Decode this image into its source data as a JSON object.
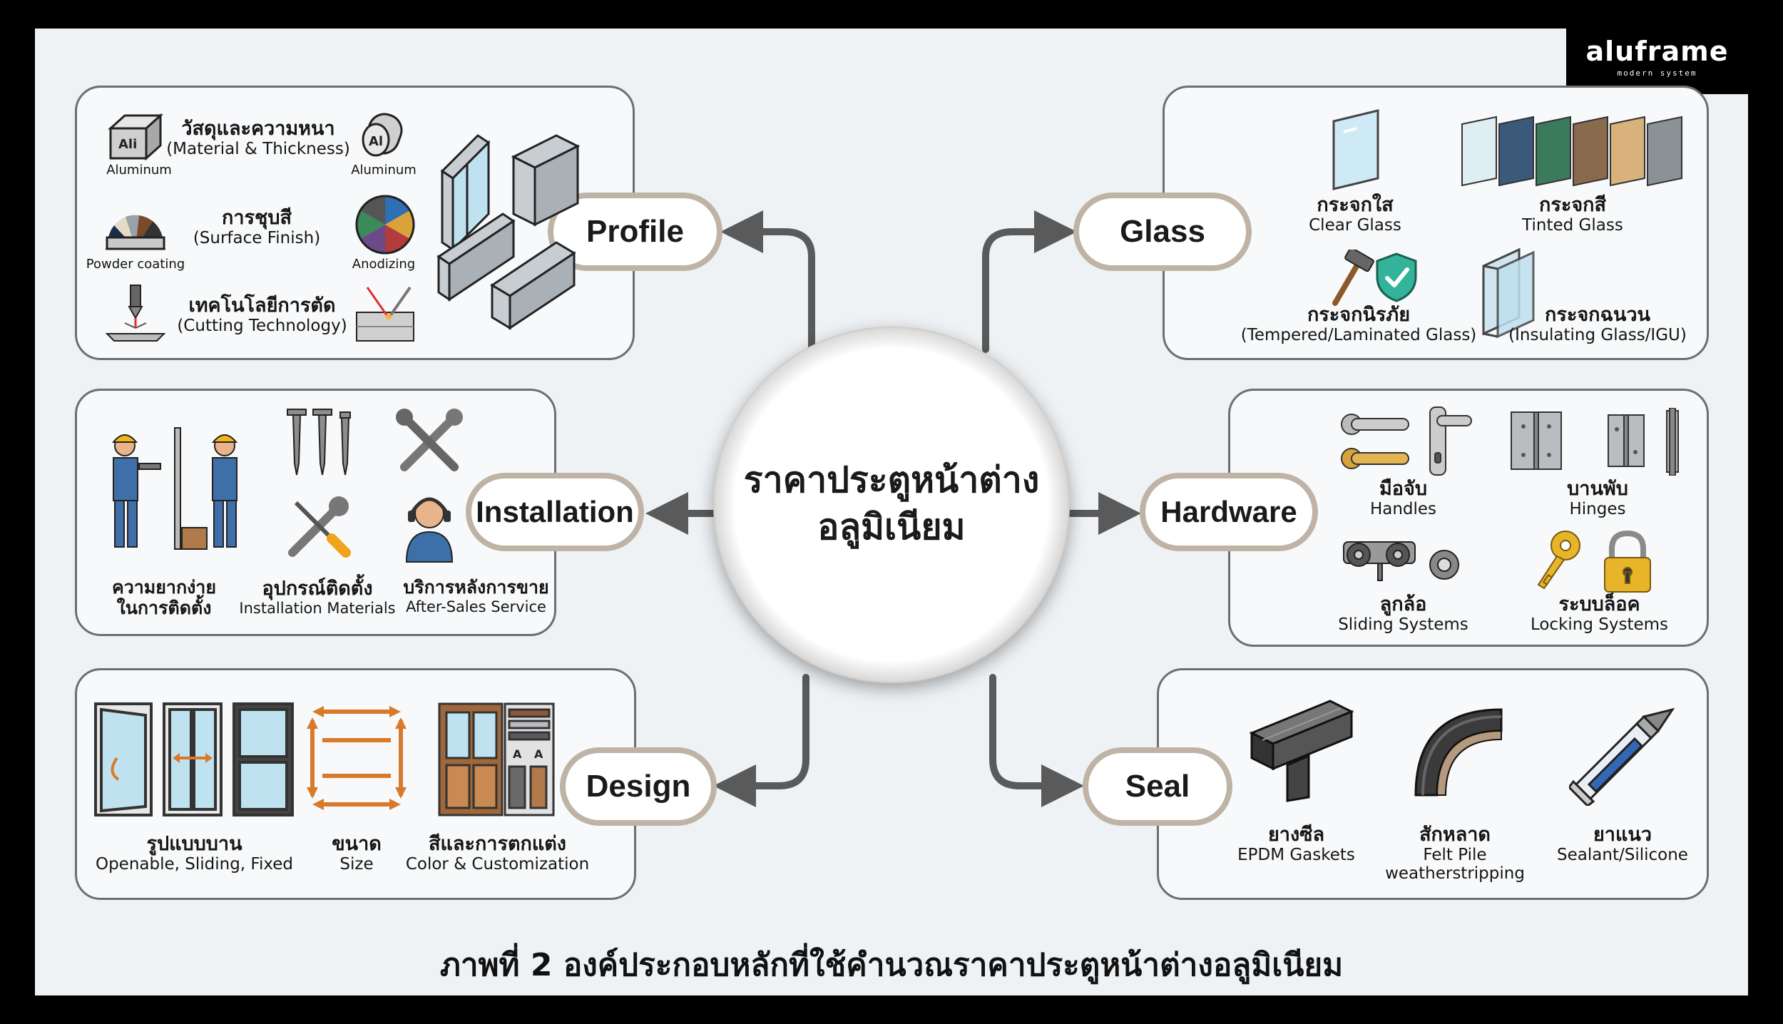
{
  "brand": {
    "name": "aluframe",
    "tagline": "modern system"
  },
  "center": {
    "line1": "ราคาประตูหน้าต่าง",
    "line2": "อลูมิเนียม"
  },
  "caption": "ภาพที่ 2 องค์ประกอบหลักที่ใช้คำนวณราคาประตูหน้าต่างอลูมิเนียม",
  "colors": {
    "pill_border": "#bfb3a6",
    "box_border": "#6e6e6e",
    "arrow": "#5a5a5a",
    "background": "#eef2f5"
  },
  "profile": {
    "title": "Profile",
    "material": {
      "th": "วัสดุและความหนา",
      "en": "(Material & Thickness)",
      "left": "Aluminum",
      "right": "Aluminum"
    },
    "finish": {
      "th": "การชุบสี",
      "en": "(Surface Finish)",
      "left": "Powder coating",
      "right": "Anodizing"
    },
    "cutting": {
      "th": "เทคโนโลยีการตัด",
      "en": "(Cutting Technology)"
    },
    "icons": [
      "aluminum-bar-icon",
      "aluminum-rod-icon",
      "powder-coating-icon",
      "anodizing-icon",
      "laser-cutter-icon",
      "saw-cut-icon",
      "profile-sections-icon"
    ]
  },
  "glass": {
    "title": "Glass",
    "items": [
      {
        "th": "กระจกใส",
        "en": "Clear Glass"
      },
      {
        "th": "กระจกสี",
        "en": "Tinted Glass"
      },
      {
        "th": "กระจกนิรภัย",
        "en": "(Tempered/Laminated Glass)"
      },
      {
        "th": "กระจกฉนวน",
        "en": "(Insulating Glass/IGU)"
      }
    ],
    "tint_colors": [
      "#dfeef3",
      "#3b5a7a",
      "#3c7a5c",
      "#8a6a4e",
      "#d8b27a",
      "#8a9296"
    ]
  },
  "installation": {
    "title": "Installation",
    "items": [
      {
        "th": "ความยากง่าย",
        "th2": "ในการติดตั้ง"
      },
      {
        "th": "อุปกรณ์ติดตั้ง",
        "en": "Installation Materials"
      },
      {
        "th": "บริการหลังการขาย",
        "en": "After-Sales Service"
      }
    ]
  },
  "hardware": {
    "title": "Hardware",
    "items": [
      {
        "th": "มือจับ",
        "en": "Handles"
      },
      {
        "th": "บานพับ",
        "en": "Hinges"
      },
      {
        "th": "ลูกล้อ",
        "en": "Sliding Systems"
      },
      {
        "th": "ระบบล็อค",
        "en": "Locking Systems"
      }
    ]
  },
  "design": {
    "title": "Design",
    "items": [
      {
        "th": "รูปแบบบาน",
        "en": "Openable, Sliding, Fixed"
      },
      {
        "th": "ขนาด",
        "en": "Size"
      },
      {
        "th": "สีและการตกแต่ง",
        "en": "Color & Customization"
      }
    ],
    "swatch_letters": [
      "A",
      "A"
    ]
  },
  "seal": {
    "title": "Seal",
    "items": [
      {
        "th": "ยางซีล",
        "en": "EPDM Gaskets"
      },
      {
        "th": "สักหลาด",
        "en": "Felt Pile",
        "en2": "weatherstripping"
      },
      {
        "th": "ยาแนว",
        "en": "Sealant/Silicone"
      }
    ]
  }
}
